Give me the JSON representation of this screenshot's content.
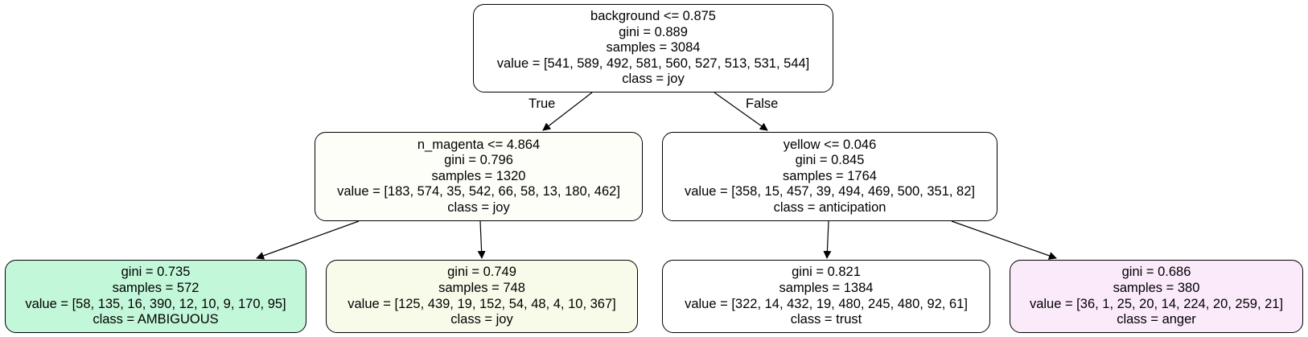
{
  "tree": {
    "nodes": [
      {
        "id": 0,
        "lines": [
          "background <= 0.875",
          "gini = 0.889",
          "samples = 3084",
          "value = [541, 589, 492, 581, 560, 527, 513, 531, 544]",
          "class = joy"
        ],
        "fill": "#ffffff"
      },
      {
        "id": 1,
        "lines": [
          "n_magenta <= 4.864",
          "gini = 0.796",
          "samples = 1320",
          "value = [183, 574, 35, 542, 66, 58, 13, 180, 462]",
          "class = joy"
        ],
        "fill": "#fdfef8"
      },
      {
        "id": 2,
        "lines": [
          "yellow <= 0.046",
          "gini = 0.845",
          "samples = 1764",
          "value = [358, 15, 457, 39, 494, 469, 500, 351, 82]",
          "class = anticipation"
        ],
        "fill": "#ffffff"
      },
      {
        "id": 3,
        "lines": [
          "gini = 0.735",
          "samples = 572",
          "value = [58, 135, 16, 390, 12, 10, 9, 170, 95]",
          "class = AMBIGUOUS"
        ],
        "fill": "#c3f7da"
      },
      {
        "id": 4,
        "lines": [
          "gini = 0.749",
          "samples = 748",
          "value = [125, 439, 19, 152, 54, 48, 4, 10, 367]",
          "class = joy"
        ],
        "fill": "#f9fbea"
      },
      {
        "id": 5,
        "lines": [
          "gini = 0.821",
          "samples = 1384",
          "value = [322, 14, 432, 19, 480, 245, 480, 92, 61]",
          "class = trust"
        ],
        "fill": "#ffffff"
      },
      {
        "id": 6,
        "lines": [
          "gini = 0.686",
          "samples = 380",
          "value = [36, 1, 25, 20, 14, 224, 20, 259, 21]",
          "class = anger"
        ],
        "fill": "#fbebfa"
      }
    ],
    "edges": [
      {
        "from": 0,
        "to": 1
      },
      {
        "from": 0,
        "to": 2
      },
      {
        "from": 1,
        "to": 3
      },
      {
        "from": 1,
        "to": 4
      },
      {
        "from": 2,
        "to": 5
      },
      {
        "from": 2,
        "to": 6
      }
    ],
    "edge_labels": {
      "true_label": "True",
      "false_label": "False"
    }
  }
}
